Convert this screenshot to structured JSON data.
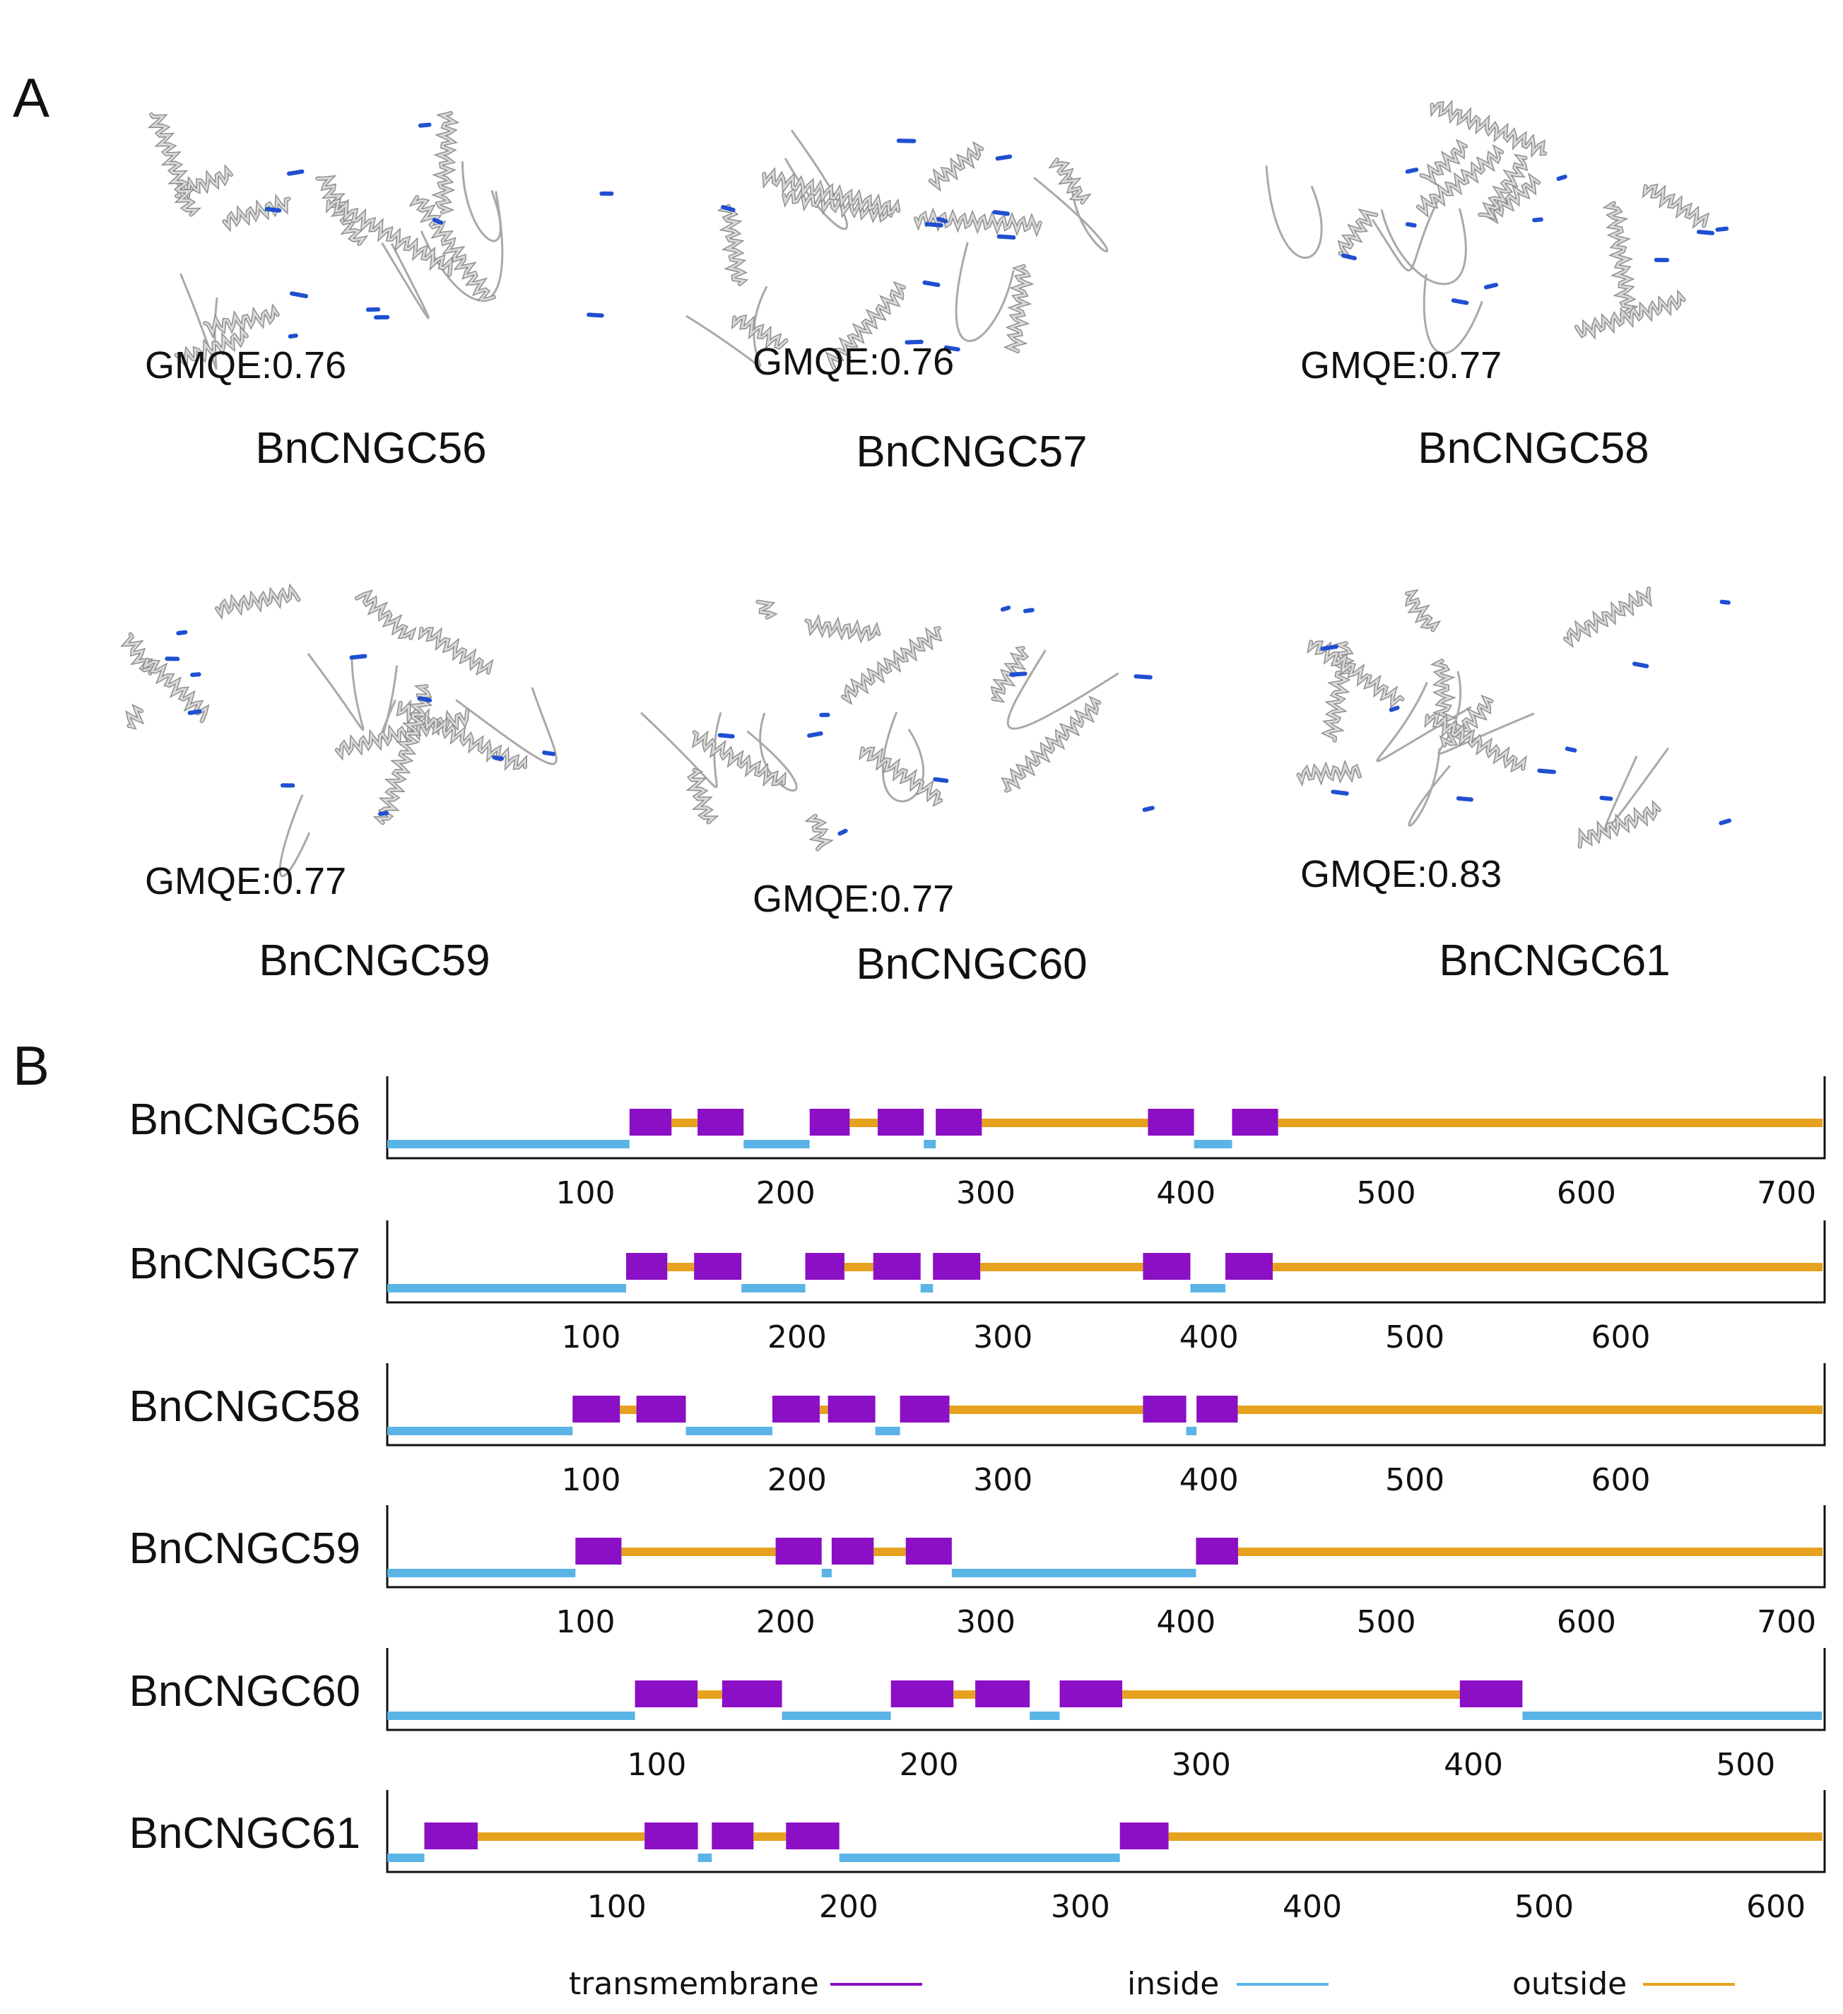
{
  "panels": {
    "a_label": "A",
    "b_label": "B"
  },
  "structures": [
    {
      "name": "BnCNGC56",
      "gmqe": "GMQE:0.76"
    },
    {
      "name": "BnCNGC57",
      "gmqe": "GMQE:0.76"
    },
    {
      "name": "BnCNGC58",
      "gmqe": "GMQE:0.77"
    },
    {
      "name": "BnCNGC59",
      "gmqe": "GMQE:0.77"
    },
    {
      "name": "BnCNGC60",
      "gmqe": "GMQE:0.77"
    },
    {
      "name": "BnCNGC61",
      "gmqe": "GMQE:0.83"
    }
  ],
  "colors": {
    "transmembrane": "#8b0fc4",
    "inside": "#5bb4e6",
    "outside": "#e6a21f",
    "ribbon": "#d9d9d9",
    "ribbon_accent": "#1f4fd1"
  },
  "legend": [
    {
      "label": "transmembrane",
      "type": "transmembrane"
    },
    {
      "label": "inside",
      "type": "inside"
    },
    {
      "label": "outside",
      "type": "outside"
    }
  ],
  "chart_data": {
    "type": "topology",
    "xlabel": "",
    "tracks": [
      {
        "name": "BnCNGC56",
        "length": 718,
        "ticks": [
          "100",
          "200",
          "300",
          "400",
          "500",
          "600",
          "700"
        ],
        "segments": [
          {
            "type": "inside",
            "start": 1,
            "end": 122
          },
          {
            "type": "transmembrane",
            "start": 122,
            "end": 143
          },
          {
            "type": "outside",
            "start": 143,
            "end": 156
          },
          {
            "type": "transmembrane",
            "start": 156,
            "end": 179
          },
          {
            "type": "inside",
            "start": 179,
            "end": 212
          },
          {
            "type": "transmembrane",
            "start": 212,
            "end": 232
          },
          {
            "type": "outside",
            "start": 232,
            "end": 246
          },
          {
            "type": "transmembrane",
            "start": 246,
            "end": 269
          },
          {
            "type": "inside",
            "start": 269,
            "end": 275
          },
          {
            "type": "transmembrane",
            "start": 275,
            "end": 298
          },
          {
            "type": "outside",
            "start": 298,
            "end": 381
          },
          {
            "type": "transmembrane",
            "start": 381,
            "end": 404
          },
          {
            "type": "inside",
            "start": 404,
            "end": 423
          },
          {
            "type": "transmembrane",
            "start": 423,
            "end": 446
          },
          {
            "type": "outside",
            "start": 446,
            "end": 718
          }
        ]
      },
      {
        "name": "BnCNGC57",
        "length": 698,
        "ticks": [
          "100",
          "200",
          "300",
          "400",
          "500",
          "600"
        ],
        "segments": [
          {
            "type": "inside",
            "start": 1,
            "end": 117
          },
          {
            "type": "transmembrane",
            "start": 117,
            "end": 137
          },
          {
            "type": "outside",
            "start": 137,
            "end": 150
          },
          {
            "type": "transmembrane",
            "start": 150,
            "end": 173
          },
          {
            "type": "inside",
            "start": 173,
            "end": 204
          },
          {
            "type": "transmembrane",
            "start": 204,
            "end": 223
          },
          {
            "type": "outside",
            "start": 223,
            "end": 237
          },
          {
            "type": "transmembrane",
            "start": 237,
            "end": 260
          },
          {
            "type": "inside",
            "start": 260,
            "end": 266
          },
          {
            "type": "transmembrane",
            "start": 266,
            "end": 289
          },
          {
            "type": "outside",
            "start": 289,
            "end": 368
          },
          {
            "type": "transmembrane",
            "start": 368,
            "end": 391
          },
          {
            "type": "inside",
            "start": 391,
            "end": 408
          },
          {
            "type": "transmembrane",
            "start": 408,
            "end": 431
          },
          {
            "type": "outside",
            "start": 431,
            "end": 698
          }
        ]
      },
      {
        "name": "BnCNGC58",
        "length": 698,
        "ticks": [
          "100",
          "200",
          "300",
          "400",
          "500",
          "600"
        ],
        "segments": [
          {
            "type": "inside",
            "start": 1,
            "end": 91
          },
          {
            "type": "transmembrane",
            "start": 91,
            "end": 114
          },
          {
            "type": "outside",
            "start": 114,
            "end": 122
          },
          {
            "type": "transmembrane",
            "start": 122,
            "end": 146
          },
          {
            "type": "inside",
            "start": 146,
            "end": 188
          },
          {
            "type": "transmembrane",
            "start": 188,
            "end": 211
          },
          {
            "type": "outside",
            "start": 211,
            "end": 215
          },
          {
            "type": "transmembrane",
            "start": 215,
            "end": 238
          },
          {
            "type": "inside",
            "start": 238,
            "end": 250
          },
          {
            "type": "transmembrane",
            "start": 250,
            "end": 274
          },
          {
            "type": "outside",
            "start": 274,
            "end": 368
          },
          {
            "type": "transmembrane",
            "start": 368,
            "end": 389
          },
          {
            "type": "inside",
            "start": 389,
            "end": 394
          },
          {
            "type": "transmembrane",
            "start": 394,
            "end": 414
          },
          {
            "type": "outside",
            "start": 414,
            "end": 698
          }
        ]
      },
      {
        "name": "BnCNGC59",
        "length": 718,
        "ticks": [
          "100",
          "200",
          "300",
          "400",
          "500",
          "600",
          "700"
        ],
        "segments": [
          {
            "type": "inside",
            "start": 1,
            "end": 95
          },
          {
            "type": "transmembrane",
            "start": 95,
            "end": 118
          },
          {
            "type": "outside",
            "start": 118,
            "end": 195
          },
          {
            "type": "transmembrane",
            "start": 195,
            "end": 218
          },
          {
            "type": "inside",
            "start": 218,
            "end": 223
          },
          {
            "type": "transmembrane",
            "start": 223,
            "end": 244
          },
          {
            "type": "outside",
            "start": 244,
            "end": 260
          },
          {
            "type": "transmembrane",
            "start": 260,
            "end": 283
          },
          {
            "type": "inside",
            "start": 283,
            "end": 405
          },
          {
            "type": "transmembrane",
            "start": 405,
            "end": 426
          },
          {
            "type": "outside",
            "start": 426,
            "end": 718
          }
        ]
      },
      {
        "name": "BnCNGC60",
        "length": 528,
        "ticks": [
          "100",
          "200",
          "300",
          "400",
          "500"
        ],
        "segments": [
          {
            "type": "inside",
            "start": 1,
            "end": 92
          },
          {
            "type": "transmembrane",
            "start": 92,
            "end": 115
          },
          {
            "type": "outside",
            "start": 115,
            "end": 124
          },
          {
            "type": "transmembrane",
            "start": 124,
            "end": 146
          },
          {
            "type": "inside",
            "start": 146,
            "end": 186
          },
          {
            "type": "transmembrane",
            "start": 186,
            "end": 209
          },
          {
            "type": "outside",
            "start": 209,
            "end": 217
          },
          {
            "type": "transmembrane",
            "start": 217,
            "end": 237
          },
          {
            "type": "inside",
            "start": 237,
            "end": 248
          },
          {
            "type": "transmembrane",
            "start": 248,
            "end": 271
          },
          {
            "type": "outside",
            "start": 271,
            "end": 395
          },
          {
            "type": "transmembrane",
            "start": 395,
            "end": 418
          },
          {
            "type": "inside",
            "start": 418,
            "end": 528
          }
        ]
      },
      {
        "name": "BnCNGC61",
        "length": 620,
        "ticks": [
          "100",
          "200",
          "300",
          "400",
          "500",
          "600"
        ],
        "segments": [
          {
            "type": "inside",
            "start": 1,
            "end": 17
          },
          {
            "type": "transmembrane",
            "start": 17,
            "end": 40
          },
          {
            "type": "outside",
            "start": 40,
            "end": 112
          },
          {
            "type": "transmembrane",
            "start": 112,
            "end": 135
          },
          {
            "type": "inside",
            "start": 135,
            "end": 141
          },
          {
            "type": "transmembrane",
            "start": 141,
            "end": 159
          },
          {
            "type": "outside",
            "start": 159,
            "end": 173
          },
          {
            "type": "transmembrane",
            "start": 173,
            "end": 196
          },
          {
            "type": "inside",
            "start": 196,
            "end": 317
          },
          {
            "type": "transmembrane",
            "start": 317,
            "end": 338
          },
          {
            "type": "outside",
            "start": 338,
            "end": 620
          }
        ]
      }
    ]
  }
}
